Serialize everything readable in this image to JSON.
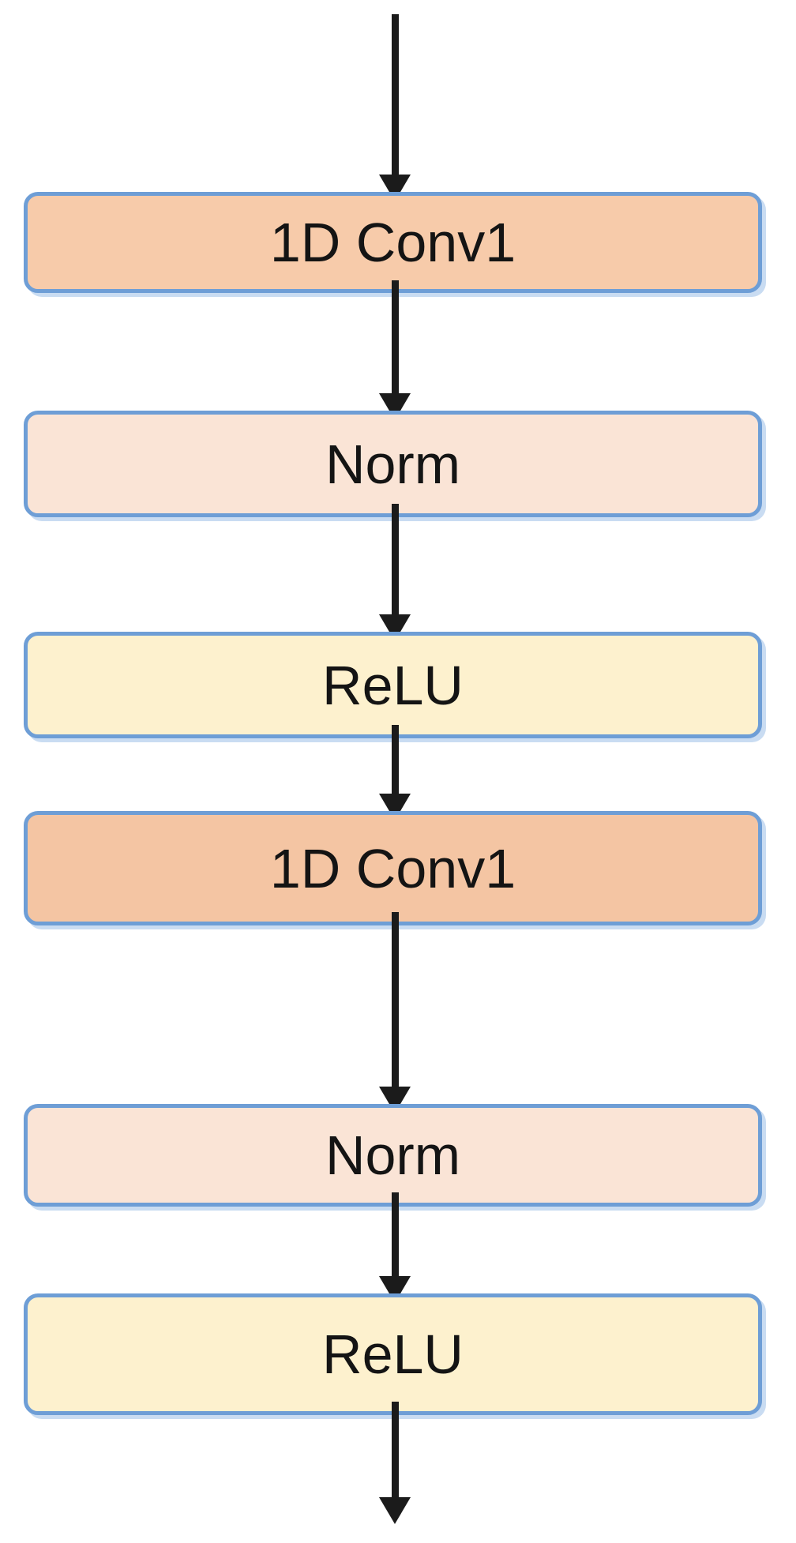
{
  "diagram": {
    "type": "flowchart",
    "direction": "top-to-bottom",
    "nodes": [
      {
        "id": "conv1-a",
        "label": "1D Conv1",
        "fill": "#F7CBAA"
      },
      {
        "id": "norm-a",
        "label": "Norm",
        "fill": "#FAE4D6"
      },
      {
        "id": "relu-a",
        "label": "ReLU",
        "fill": "#FDF1CE"
      },
      {
        "id": "conv1-b",
        "label": "1D Conv1",
        "fill": "#F4C5A3"
      },
      {
        "id": "norm-b",
        "label": "Norm",
        "fill": "#FAE4D6"
      },
      {
        "id": "relu-b",
        "label": "ReLU",
        "fill": "#FDF1CE"
      }
    ],
    "arrows": [
      {
        "type": "entry",
        "to": "conv1-a"
      },
      {
        "from": "conv1-a",
        "to": "norm-a"
      },
      {
        "from": "norm-a",
        "to": "relu-a"
      },
      {
        "from": "relu-a",
        "to": "conv1-b"
      },
      {
        "from": "conv1-b",
        "to": "norm-b"
      },
      {
        "from": "norm-b",
        "to": "relu-b"
      },
      {
        "type": "exit",
        "from": "relu-b"
      }
    ],
    "colors": {
      "node_border": "#6E9ED6",
      "node_shadow": "#C9DCF2",
      "arrow": "#1B1B1B",
      "text": "#141414",
      "background": "#FFFFFF"
    }
  }
}
